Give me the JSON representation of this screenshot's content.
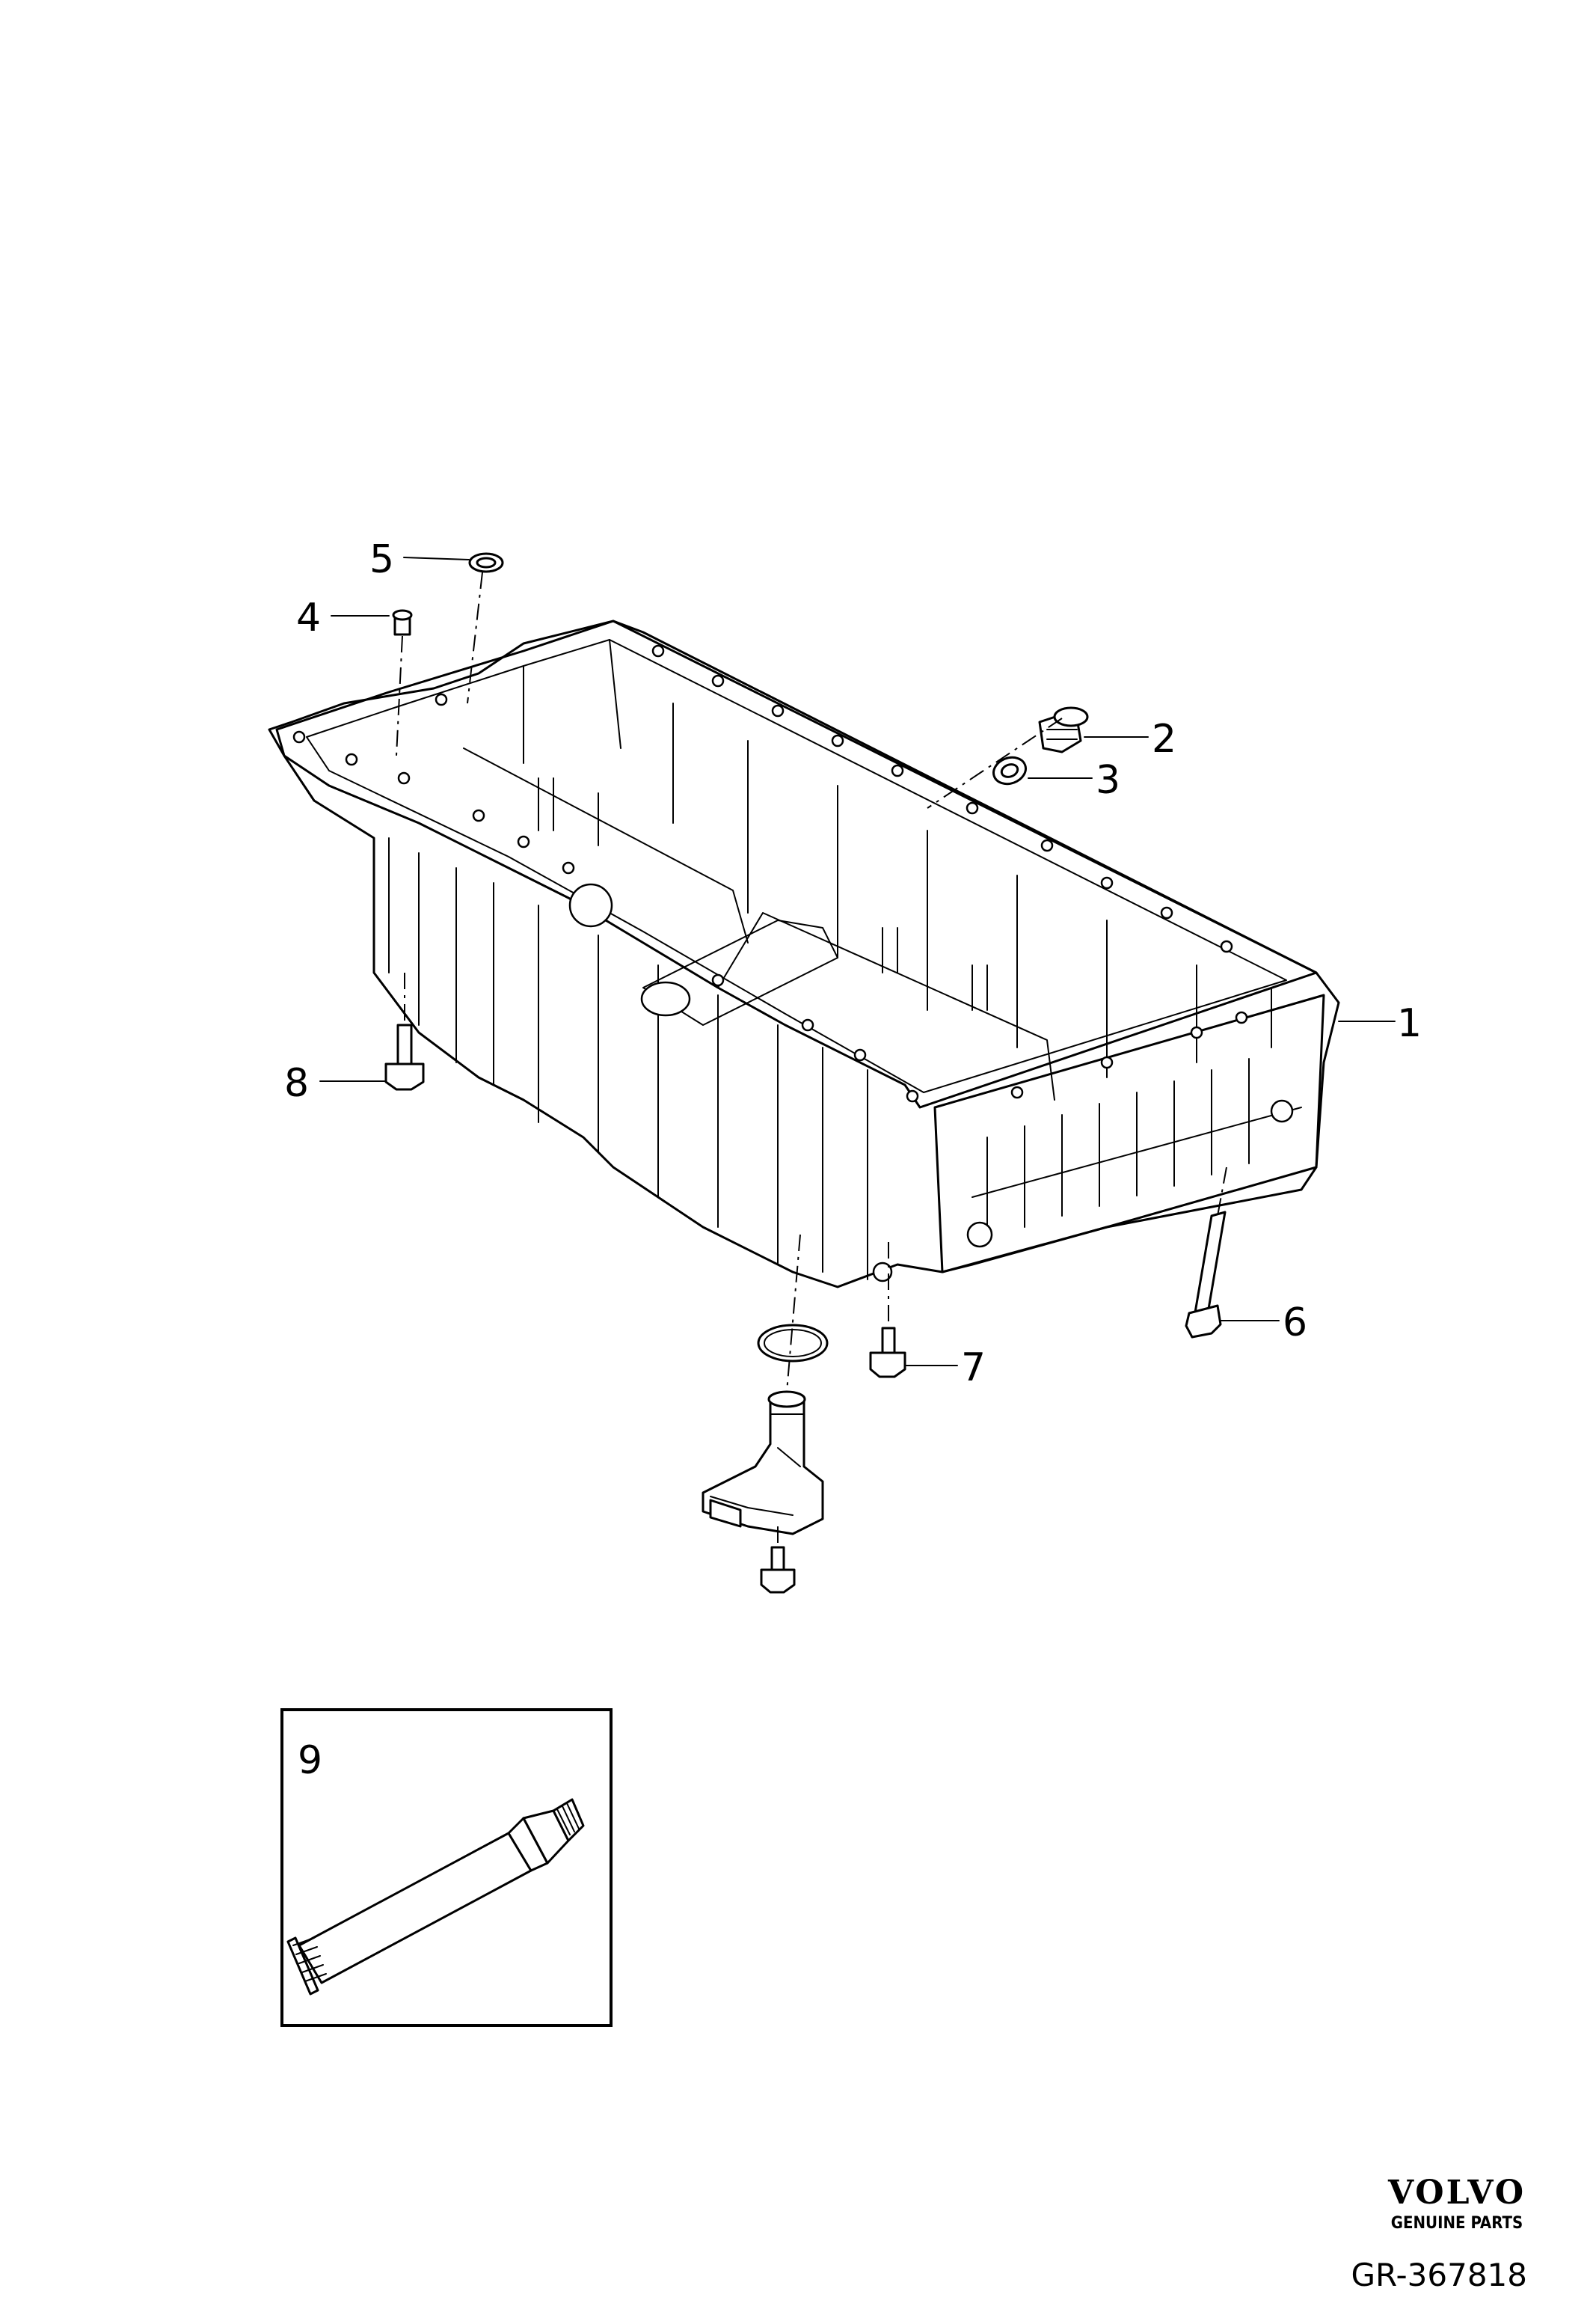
{
  "callouts": [
    {
      "id": "1",
      "label": "1"
    },
    {
      "id": "2",
      "label": "2"
    },
    {
      "id": "3",
      "label": "3"
    },
    {
      "id": "4",
      "label": "4"
    },
    {
      "id": "5",
      "label": "5"
    },
    {
      "id": "6",
      "label": "6"
    },
    {
      "id": "7",
      "label": "7"
    },
    {
      "id": "8",
      "label": "8"
    },
    {
      "id": "9",
      "label": "9"
    }
  ],
  "brand": {
    "logo_text": "VOLVO",
    "tagline": "GENUINE PARTS"
  },
  "reference": "GR-367818"
}
